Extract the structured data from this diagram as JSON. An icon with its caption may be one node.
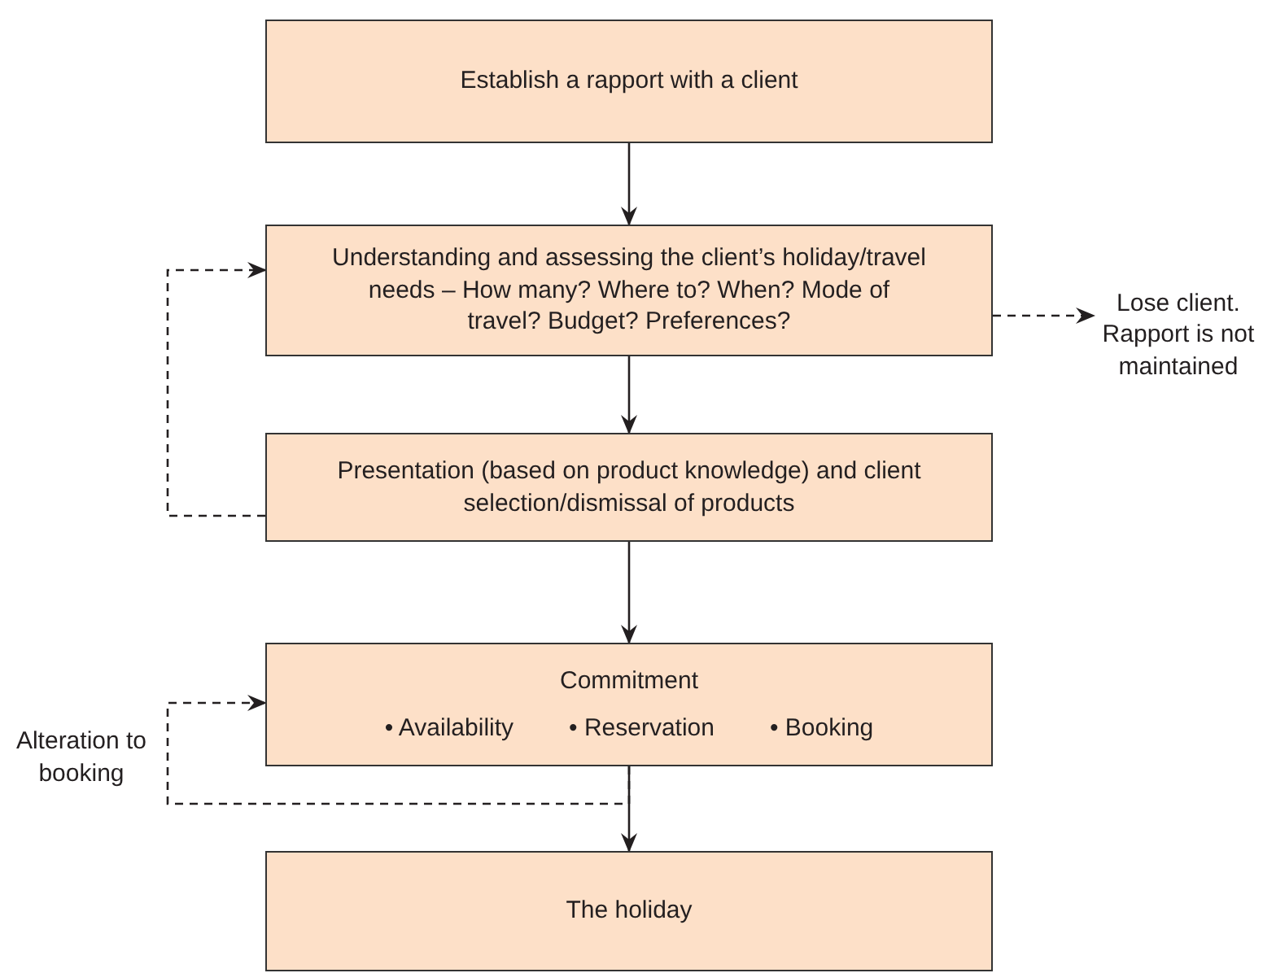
{
  "diagram": {
    "nodes": [
      {
        "text": [
          "Establish a rapport with a client"
        ]
      },
      {
        "text": [
          "Understanding and assessing the client’s holiday/travel needs – How many? Where to? When? Mode of travel? Budget? Preferences?"
        ]
      },
      {
        "text": [
          "Presentation (based on product knowledge) and client selection/dismissal of products"
        ]
      },
      {
        "text": [
          "Commitment",
          "• Availability",
          "• Reservation",
          "• Booking"
        ]
      },
      {
        "text": [
          "The holiday"
        ]
      },
      {
        "text": [
          "Lose client. Rapport is not maintained"
        ]
      }
    ],
    "edges": [
      {
        "from": 0,
        "to": 1,
        "arrow": "to"
      },
      {
        "from": 1,
        "to": 2,
        "arrow": "to"
      },
      {
        "from": 1,
        "to": 5,
        "arrow": "to",
        "style": "dashed"
      },
      {
        "from": 2,
        "to": 1,
        "arrow": "to",
        "style": "dashed"
      },
      {
        "from": 2,
        "to": 3,
        "arrow": "to"
      },
      {
        "from": 3,
        "to": 4,
        "arrow": "to"
      },
      {
        "from": 3,
        "to": 3,
        "arrow": "to",
        "style": "dashed",
        "label": "Alteration to booking"
      }
    ]
  }
}
